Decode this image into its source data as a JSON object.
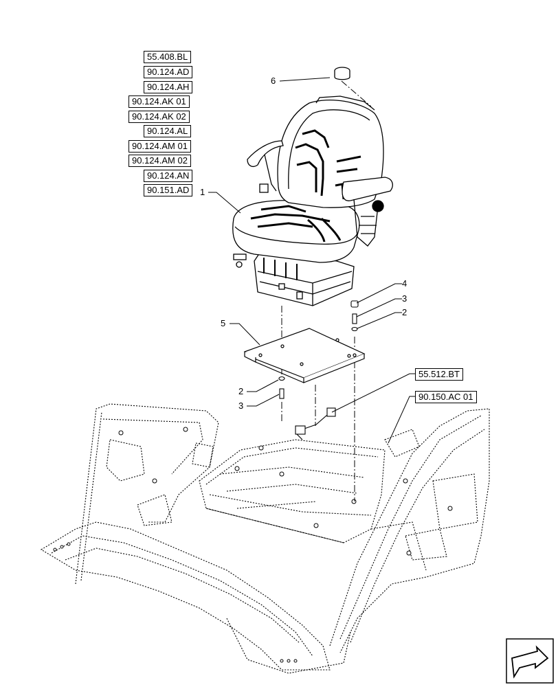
{
  "references": {
    "r1": "55.408.BL",
    "r2": "90.124.AD",
    "r3": "90.124.AH",
    "r4": "90.124.AK 01",
    "r5": "90.124.AK 02",
    "r6": "90.124.AL",
    "r7": "90.124.AM 01",
    "r8": "90.124.AM 02",
    "r9": "90.124.AN",
    "r10": "90.151.AD",
    "harness": "55.512.BT",
    "cab": "90.150.AC 01"
  },
  "callouts": {
    "seat": "1",
    "washer_right": "2",
    "bolt_right": "3",
    "cap": "4",
    "plate": "5",
    "knob": "6",
    "washer_left": "2",
    "bolt_left": "3"
  },
  "icons": {
    "seat": "seat-assembly-drawing",
    "plate": "mounting-plate-drawing",
    "frame": "cab-floor-frame-drawing",
    "arrow": "navigation-arrow-icon"
  },
  "colors": {
    "line": "#000000",
    "background": "#ffffff"
  }
}
